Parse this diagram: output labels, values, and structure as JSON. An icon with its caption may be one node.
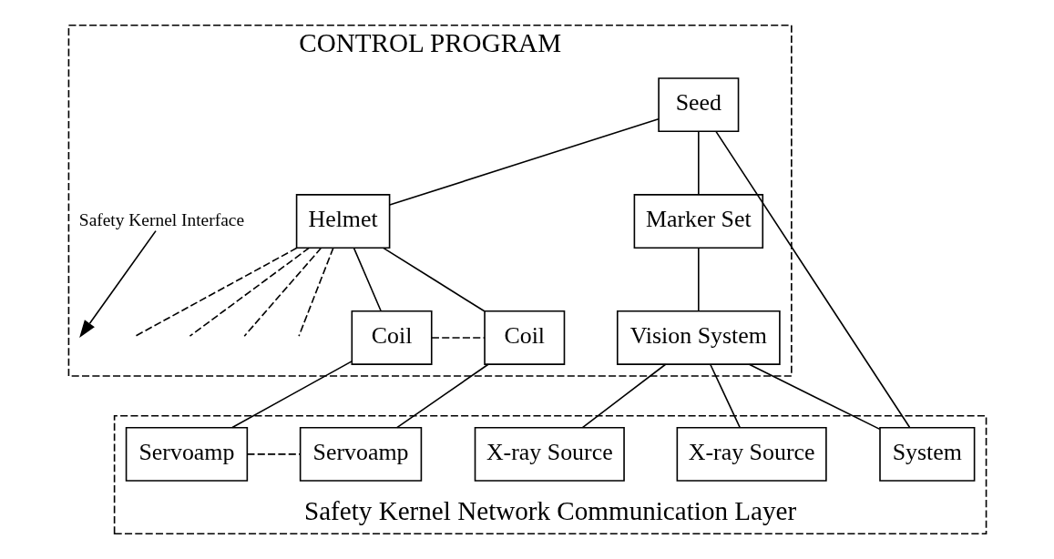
{
  "diagram": {
    "nodes": [
      {
        "text": [
          "CONTROL PROGRAM"
        ]
      },
      {
        "text": [
          "Seed"
        ],
        "in": 0
      },
      {
        "text": [
          "Helmet"
        ],
        "in": 0
      },
      {
        "text": [
          "Marker Set"
        ],
        "in": 0
      },
      {
        "text": [
          "Coil"
        ],
        "in": 0
      },
      {
        "text": [
          "Coil"
        ],
        "in": 0
      },
      {
        "text": [
          "Vision System"
        ],
        "in": 0
      },
      {
        "text": [
          "Safety Kernel Interface"
        ],
        "in": 0
      },
      {
        "text": [
          "Safety Kernel Network Communication Layer"
        ]
      },
      {
        "text": [
          "Servoamp"
        ],
        "in": 8
      },
      {
        "text": [
          "Servoamp"
        ],
        "in": 8
      },
      {
        "text": [
          "System"
        ],
        "in": 8
      },
      {
        "text": [
          "X-ray Source"
        ],
        "in": 8
      },
      {
        "text": [
          "X-ray Source"
        ],
        "in": 8
      }
    ],
    "edges": [
      {
        "from": 1,
        "to": 2,
        "arrow": "none"
      },
      {
        "from": 1,
        "to": 11,
        "arrow": "none"
      },
      {
        "from": 1,
        "to": 3,
        "arrow": "none"
      },
      {
        "from": 2,
        "to": 4,
        "arrow": "none"
      },
      {
        "from": 2,
        "to": null,
        "arrow": "none",
        "style": "dashed"
      },
      {
        "from": 2,
        "to": null,
        "arrow": "none",
        "style": "dashed"
      },
      {
        "from": 2,
        "to": null,
        "arrow": "none",
        "style": "dashed"
      },
      {
        "from": 2,
        "to": null,
        "arrow": "none",
        "style": "dashed"
      },
      {
        "from": 2,
        "to": 5,
        "arrow": "none"
      },
      {
        "from": 4,
        "to": 5,
        "arrow": "none",
        "style": "dashed"
      },
      {
        "from": 3,
        "to": 6,
        "arrow": "none"
      },
      {
        "from": 7,
        "to": null,
        "arrow": "to"
      },
      {
        "from": 4,
        "to": 9,
        "arrow": "none"
      },
      {
        "from": 5,
        "to": 10,
        "arrow": "none"
      },
      {
        "from": 9,
        "to": 10,
        "arrow": "none",
        "style": "dashed"
      },
      {
        "from": 6,
        "to": 11,
        "arrow": "none"
      },
      {
        "from": 6,
        "to": 12,
        "arrow": "none"
      },
      {
        "from": 6,
        "to": 13,
        "arrow": "none"
      }
    ]
  }
}
